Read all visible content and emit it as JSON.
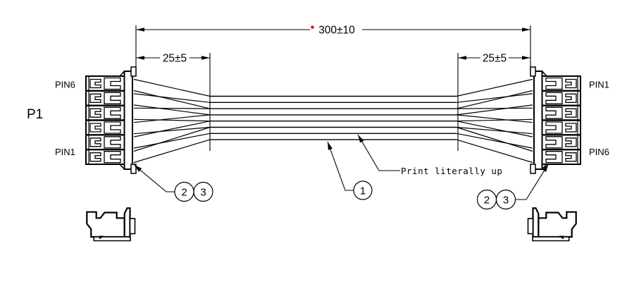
{
  "drawing": {
    "part_label": "P1",
    "dimensions": {
      "overall": "300±10",
      "left_wire_strip": "25±5",
      "right_wire_strip": "25±5"
    },
    "connector_left": {
      "top_pin_label": "PIN6",
      "bottom_pin_label": "PIN1"
    },
    "connector_right": {
      "top_pin_label": "PIN1",
      "bottom_pin_label": "PIN6"
    },
    "note": "Print literally up",
    "callouts": {
      "left": [
        "2",
        "3"
      ],
      "middle": [
        "1"
      ],
      "right": [
        "2",
        "3"
      ]
    },
    "pin_count": 6,
    "wire_count": 6,
    "colors": {
      "line": "#000000",
      "accent_dot": "#ee1111",
      "background": "#ffffff"
    }
  }
}
